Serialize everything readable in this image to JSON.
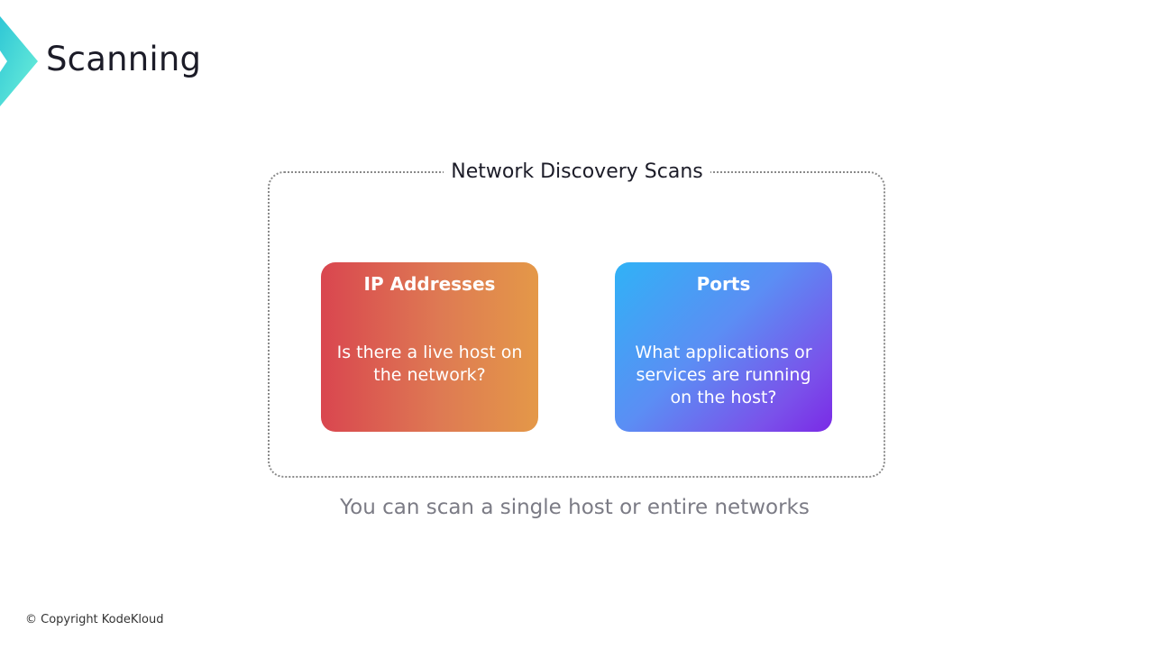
{
  "slide": {
    "title": "Scanning",
    "logo_icon": "chevron-logo-icon",
    "accent_color": "#3fd5d9"
  },
  "group": {
    "label": "Network Discovery Scans"
  },
  "cards": [
    {
      "title": "IP Addresses",
      "text": "Is there a live host on the network?",
      "colors": [
        "#d9464f",
        "#e49848"
      ]
    },
    {
      "title": "Ports",
      "text": "What applications or services are running on the host?",
      "colors": [
        "#30b2f6",
        "#7a2ae6"
      ]
    }
  ],
  "caption": "You can scan a single host or entire networks",
  "footer": {
    "copyright": "© Copyright KodeKloud"
  }
}
